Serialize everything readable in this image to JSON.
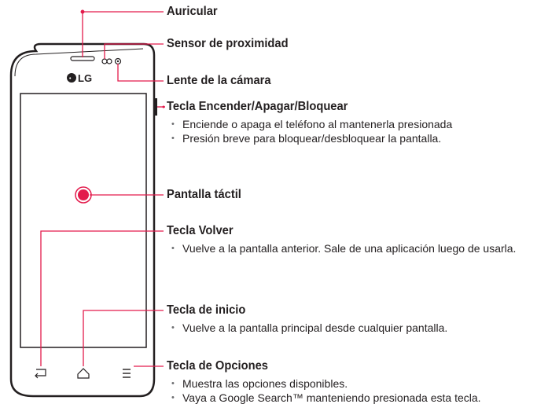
{
  "brand": {
    "logo_text": "LG"
  },
  "colors": {
    "callout_line": "#e31b4c",
    "text": "#231f20",
    "phone_outline": "#231f20"
  },
  "callouts": {
    "earpiece": {
      "label": "Auricular"
    },
    "proximity_sensor": {
      "label": "Sensor de proximidad"
    },
    "camera_lens": {
      "label": "Lente de la cámara"
    },
    "power_key": {
      "label": "Tecla Encender/Apagar/Bloquear",
      "bullets": [
        "Enciende o apaga el teléfono al mantenerla presionada",
        "Presión breve para bloquear/desbloquear la pantalla."
      ]
    },
    "touch_screen": {
      "label": "Pantalla táctil"
    },
    "back_key": {
      "label": "Tecla Volver",
      "bullets": [
        "Vuelve a la pantalla anterior. Sale de una aplicación luego de usarla."
      ]
    },
    "home_key": {
      "label": "Tecla de inicio",
      "bullets": [
        "Vuelve a la pantalla principal desde cualquier pantalla."
      ]
    },
    "menu_key": {
      "label": "Tecla de Opciones",
      "bullets": [
        "Muestra las opciones disponibles.",
        "Vaya a Google Search™ manteniendo presionada esta tecla."
      ]
    }
  },
  "icons": {
    "back": "back-arrow-icon",
    "home": "home-icon",
    "menu": "menu-icon",
    "touch_point": "touch-target-icon"
  }
}
